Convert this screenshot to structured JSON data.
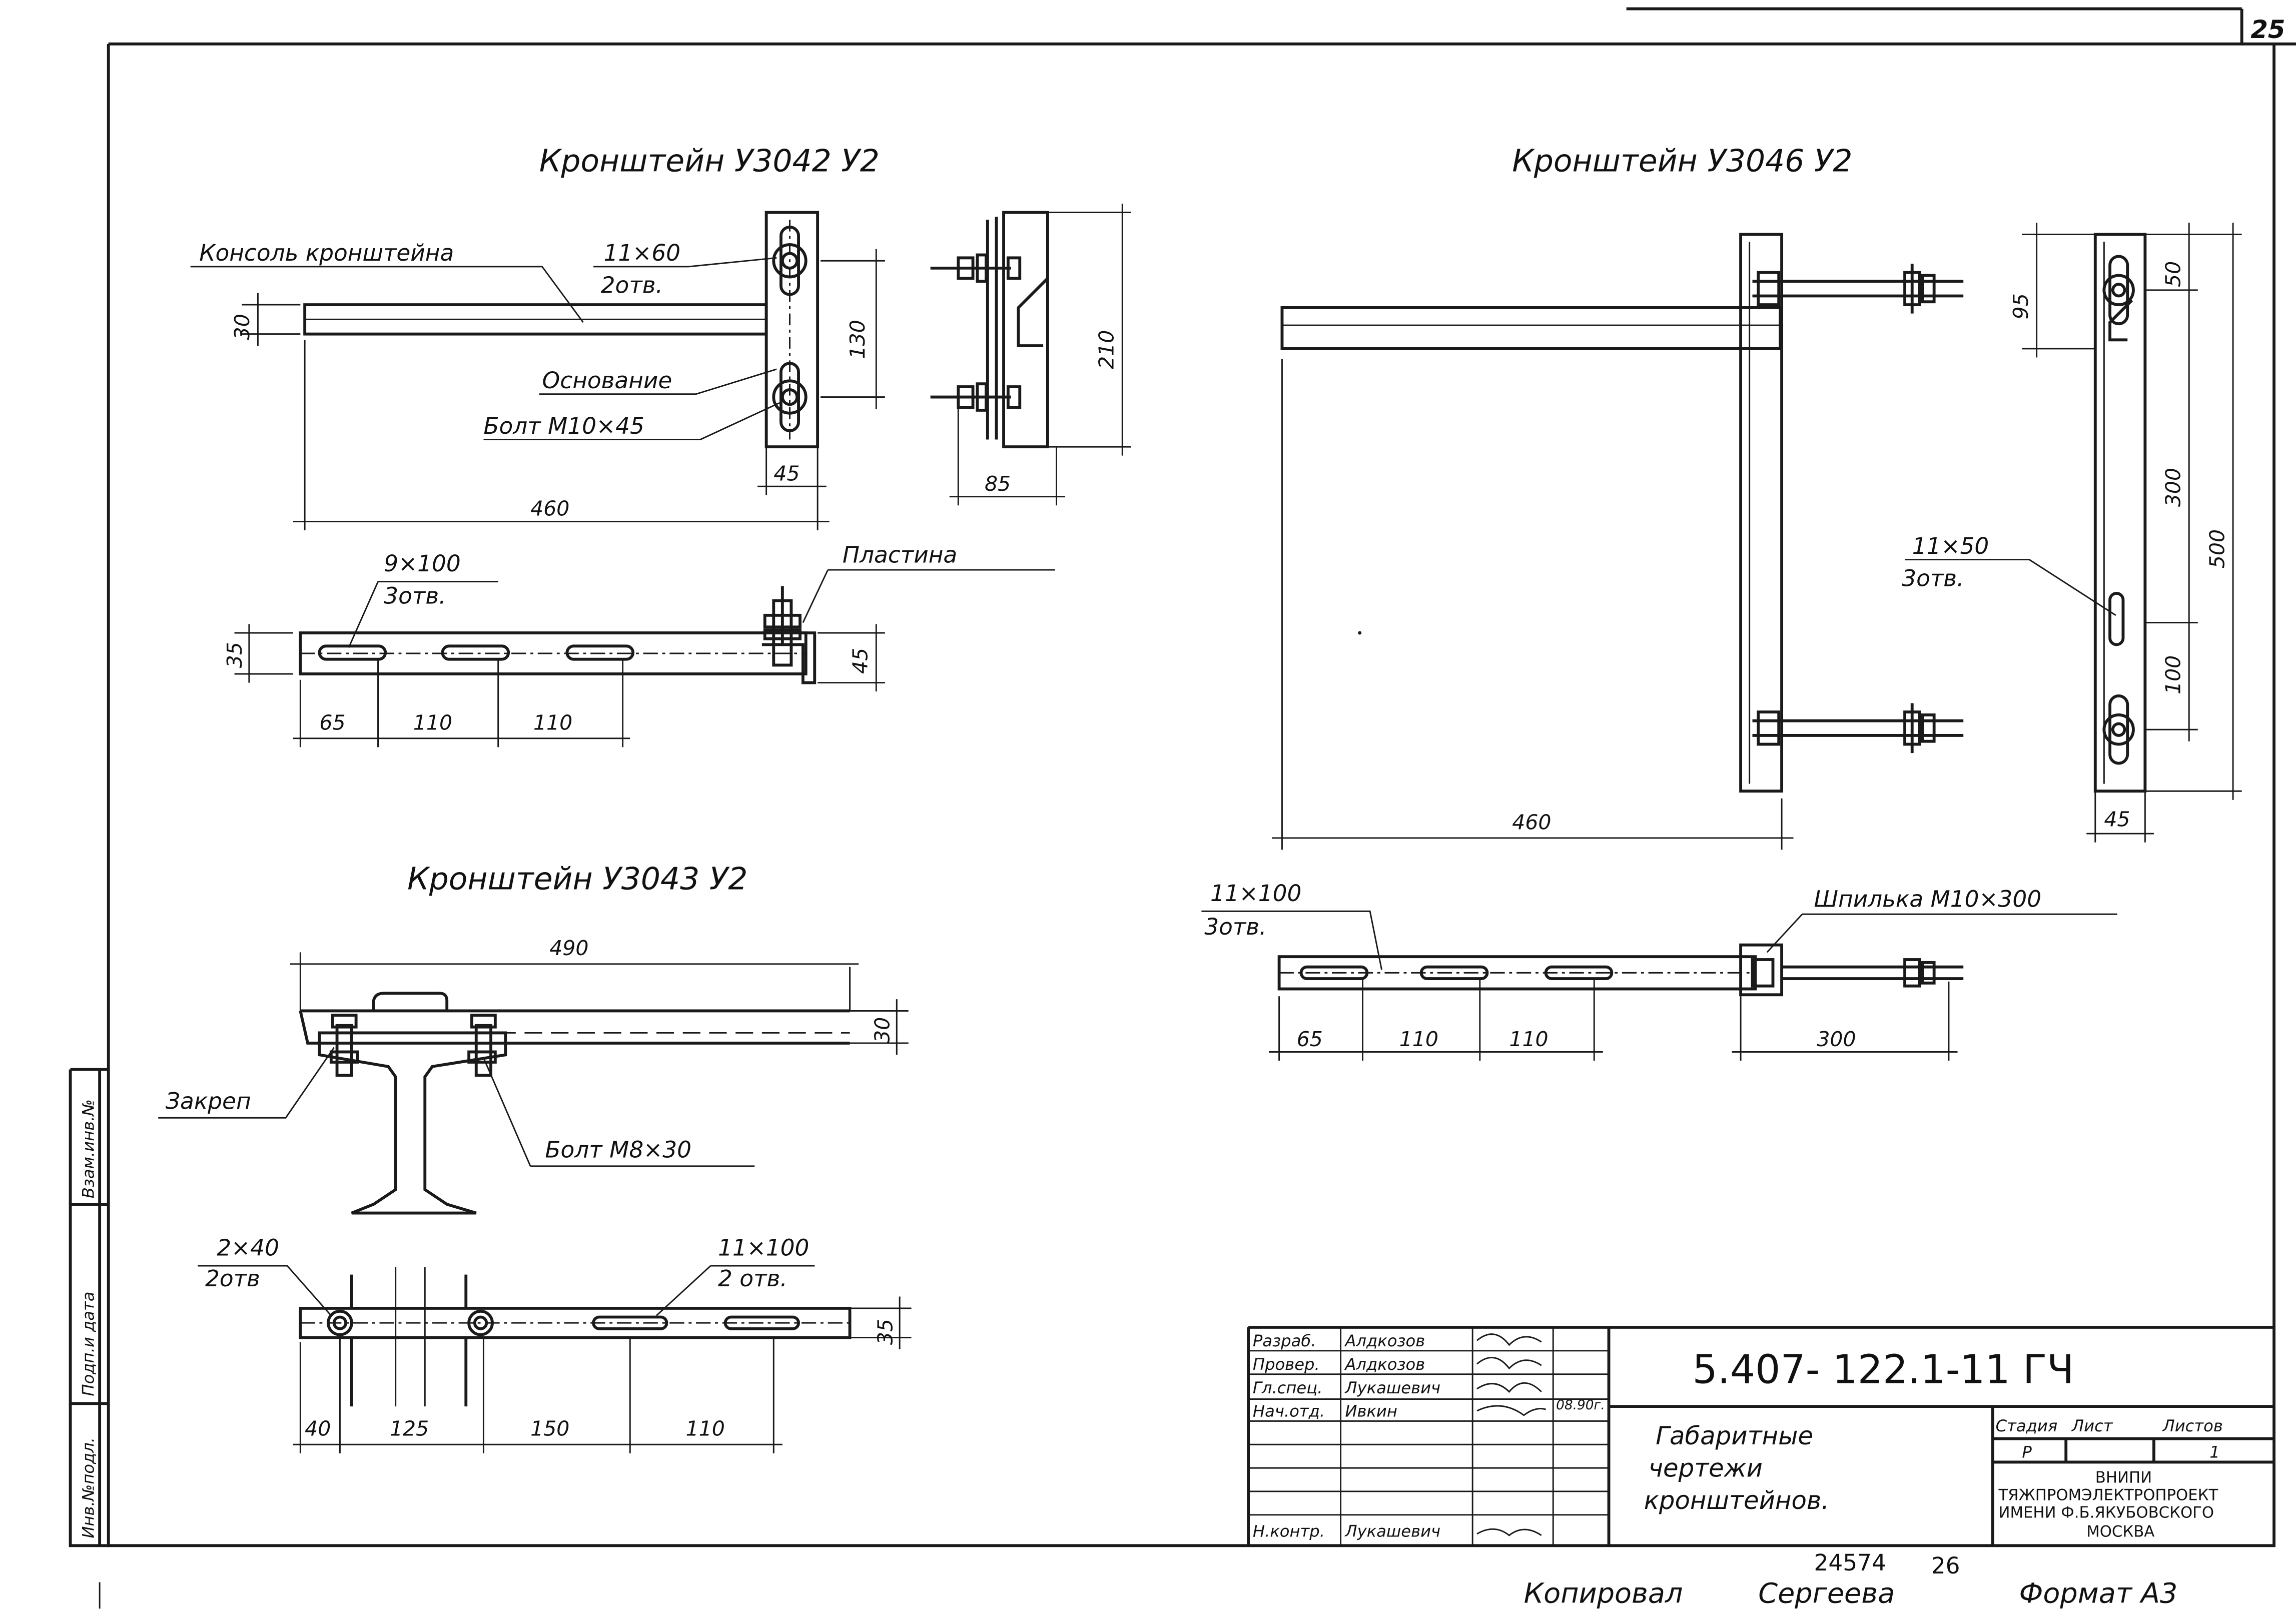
{
  "page_number": "25",
  "drawings": {
    "u3042": {
      "title": "Кронштейн У3042 У2",
      "labels": {
        "console": "Консоль кронштейна",
        "slot": "11×60",
        "slot_count": "2отв.",
        "base": "Основание",
        "bolt": "Болт М10×45",
        "top_slot": "9×100",
        "top_slot_count": "3отв.",
        "plate": "Пластина"
      },
      "dims": {
        "h30": "30",
        "h130": "130",
        "h210": "210",
        "w45": "45",
        "w85": "85",
        "w460": "460",
        "h35": "35",
        "h45": "45",
        "d65": "65",
        "d110a": "110",
        "d110b": "110"
      }
    },
    "u3046": {
      "title": "Кронштейн У3046 У2",
      "labels": {
        "slot": "11×50",
        "slot_count": "3отв.",
        "top_slot": "11×100",
        "top_slot_count": "3отв.",
        "stud": "Шпилька М10×300"
      },
      "dims": {
        "d95": "95",
        "d50": "50",
        "d300v": "300",
        "d500": "500",
        "d100": "100",
        "w45": "45",
        "w460": "460",
        "d65": "65",
        "d110a": "110",
        "d110b": "110",
        "d300": "300"
      }
    },
    "u3043": {
      "title": "Кронштейн У3043 У2",
      "labels": {
        "clamp": "Закреп",
        "bolt": "Болт М8×30",
        "hole": "2×40",
        "hole_count": "2отв",
        "slot": "11×100",
        "slot_count": "2 отв."
      },
      "dims": {
        "w490": "490",
        "h30": "30",
        "h35": "35",
        "d40": "40",
        "d125": "125",
        "d150": "150",
        "d110": "110"
      }
    }
  },
  "side_stamp": {
    "inv_original": "Инв.№подл.",
    "sign_date": "Подп.и дата",
    "replace_inv": "Взам.инв.№"
  },
  "title_block": {
    "doc_number": "5.407- 122.1-11 ГЧ",
    "rows": [
      {
        "role": "Разраб.",
        "name": "Алдкозов",
        "sign": "",
        "date": ""
      },
      {
        "role": "Провер.",
        "name": "Алдкозов",
        "sign": "",
        "date": ""
      },
      {
        "role": "Гл.спец.",
        "name": "Лукашевич",
        "sign": "",
        "date": "08.90г."
      },
      {
        "role": "Нач.отд.",
        "name": "Ивкин",
        "sign": "",
        "date": ""
      },
      {
        "role": "Н.контр.",
        "name": "Лукашевич",
        "sign": "",
        "date": ""
      }
    ],
    "description": [
      "Габаритные",
      "чертежи",
      "кронштейнов."
    ],
    "stage_header": "Стадия",
    "sheet_header": "Лист",
    "sheets_header": "Листов",
    "stage": "Р",
    "sheet": "",
    "sheets": "1",
    "organization": [
      "ВНИПИ",
      "ТЯЖПРОМЭЛЕКТРОПРОЕКТ",
      "ИМЕНИ Ф.Б.ЯКУБОВСКОГО",
      "МОСКВА"
    ]
  },
  "footer": {
    "archive_no": "24574",
    "archive_suffix": "26",
    "copied_by": "Копировал",
    "copier": "Сергеева",
    "format": "Формат А3"
  }
}
